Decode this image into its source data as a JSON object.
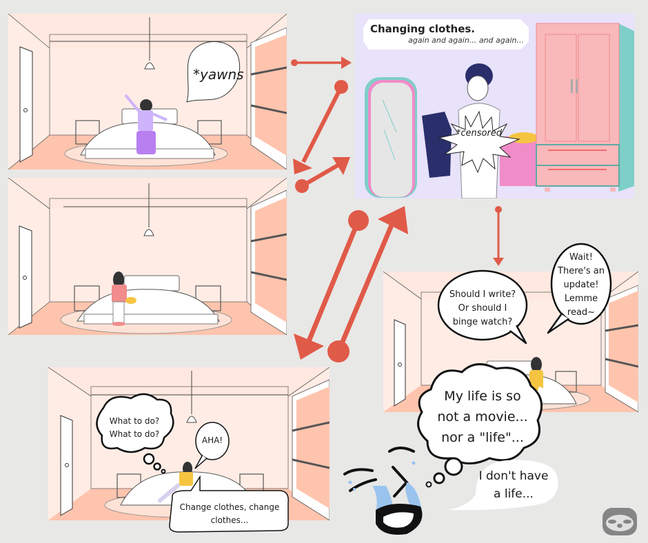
{
  "comic": {
    "panels": [
      {
        "id": "wake-up",
        "caption": "*yawns"
      },
      {
        "id": "sitting-thinking"
      },
      {
        "id": "changing-clothes",
        "caption_title": "Changing clothes.",
        "caption_sub": "again and again... and again...",
        "censor_label": "*censored"
      },
      {
        "id": "lying-in-bed",
        "thought": [
          "What to do?",
          "What to do?"
        ],
        "speech_aha": "AHA!",
        "speech_change": [
          "Change clothes, change",
          "clothes..."
        ]
      },
      {
        "id": "reading-phone",
        "speech_left": [
          "Should I write?",
          "Or should I",
          "binge watch?"
        ],
        "speech_right": [
          "Wait!",
          "There's an",
          "update!",
          "Lemme",
          "read~"
        ]
      }
    ],
    "ending": {
      "thought": [
        "My life is so",
        "not a movie...",
        "nor a \"life\"..."
      ],
      "speech": [
        "I don't have",
        "a life..."
      ]
    },
    "watermark": "sloth-logo-icon",
    "colors": {
      "background": "#e8e8e6",
      "room_wall": "#ffece5",
      "room_floor": "#ffc4ad",
      "arrow": "#e05a48",
      "panel_purple": "#e8e2fb",
      "wardrobe_pink": "#f9b8ba",
      "wardrobe_teal": "#7ecfc8",
      "shirt_navy": "#2a2f6b",
      "tears_blue": "#9ac4ee"
    }
  }
}
